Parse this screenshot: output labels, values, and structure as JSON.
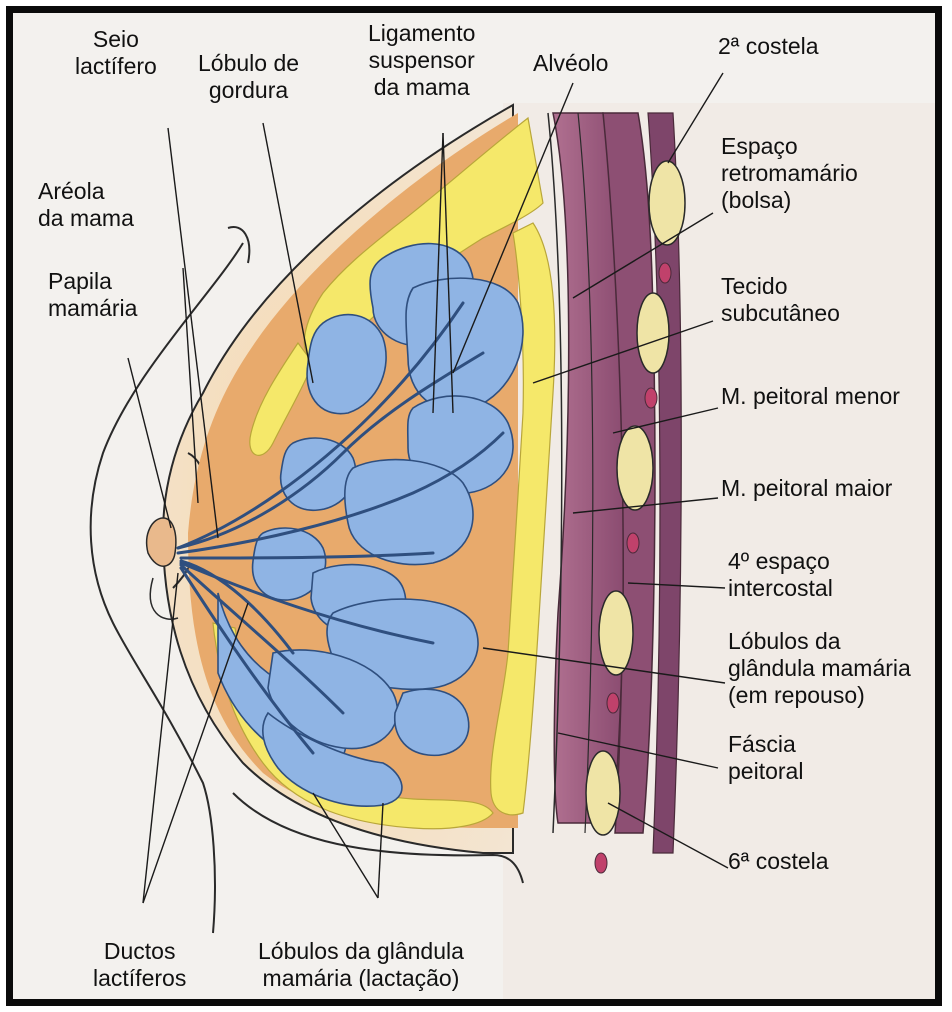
{
  "labels": {
    "seio": [
      "Seio",
      "lactífero"
    ],
    "lobulo_gordura": [
      "Lóbulo de",
      "gordura"
    ],
    "ligamento": [
      "Ligamento",
      "suspensor",
      "da mama"
    ],
    "alveolo": [
      "Alvéolo"
    ],
    "costela2": [
      "2ª costela"
    ],
    "espaco_retro": [
      "Espaço",
      "retromamário",
      "(bolsa)"
    ],
    "areola": [
      "Aréola",
      "da mama"
    ],
    "papila": [
      "Papila",
      "mamária"
    ],
    "tecido": [
      "Tecido",
      "subcutâneo"
    ],
    "peitoral_menor": [
      "M. peitoral menor"
    ],
    "peitoral_maior": [
      "M. peitoral maior"
    ],
    "espaco4": [
      "4º espaço",
      "intercostal"
    ],
    "lobulos_repouso": [
      "Lóbulos da",
      "glândula mamária",
      "(em repouso)"
    ],
    "fascia": [
      "Fáscia",
      "peitoral"
    ],
    "costela6": [
      "6ª costela"
    ],
    "ductos": [
      "Ductos",
      "lactíferos"
    ],
    "lobulos_lactacao": [
      "Lóbulos da glândula",
      "mamária (lactação)"
    ]
  },
  "colors": {
    "skin": "#f6d9b0",
    "fat": "#f5e86a",
    "gland": "#8fb4e4",
    "gland_dark": "#3a5f96",
    "muscle": "#9a5a7e",
    "connective": "#e6a869",
    "rib": "#efe4a6"
  }
}
